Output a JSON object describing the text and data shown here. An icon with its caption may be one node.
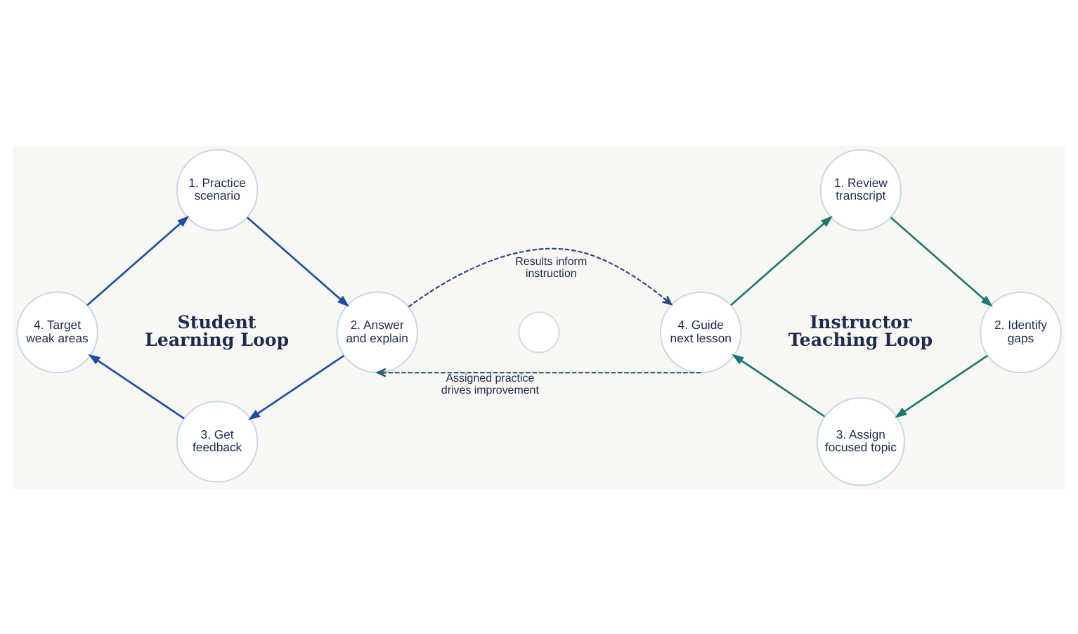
{
  "diagram": {
    "nodes": [
      {
        "text": [
          "1. Practice scenario"
        ]
      },
      {
        "text": [
          "2. Answer and explain"
        ]
      },
      {
        "text": [
          "3. Get feedback"
        ]
      },
      {
        "text": [
          "4. Target weak areas"
        ]
      },
      {
        "text": [],
        "shape": "circle"
      },
      {
        "text": [
          "1. Review transcript"
        ]
      },
      {
        "text": [
          "2. Identify gaps"
        ]
      },
      {
        "text": [
          "3. Assign focused topic"
        ]
      },
      {
        "text": [
          "4. Guide next lesson"
        ]
      }
    ],
    "edges": [
      {
        "from": 3,
        "to": 0,
        "arrow": "to",
        "color": "#1e4ea3"
      },
      {
        "from": 0,
        "to": 1,
        "arrow": "to",
        "color": "#1e4ea3"
      },
      {
        "from": 1,
        "to": 2,
        "arrow": "to",
        "color": "#1e4ea3"
      },
      {
        "from": 2,
        "to": 3,
        "arrow": "to",
        "color": "#1e4ea3"
      },
      {
        "from": 1,
        "to": 8,
        "arrow": "to",
        "label": "Results inform instruction",
        "style": "dashed",
        "color": "#274a86"
      },
      {
        "from": 8,
        "to": 1,
        "arrow": "to",
        "label": "Assigned practice drives improvement",
        "style": "dashed",
        "color": "#2a6670"
      },
      {
        "from": 8,
        "to": 5,
        "arrow": "to",
        "color": "#1d7873"
      },
      {
        "from": 5,
        "to": 6,
        "arrow": "to",
        "color": "#1d7873"
      },
      {
        "from": 6,
        "to": 7,
        "arrow": "to",
        "color": "#1d7873"
      },
      {
        "from": 7,
        "to": 8,
        "arrow": "to",
        "color": "#1d7873"
      }
    ],
    "labels": [
      "Student Learning Loop",
      "Instructor Teaching Loop"
    ]
  }
}
